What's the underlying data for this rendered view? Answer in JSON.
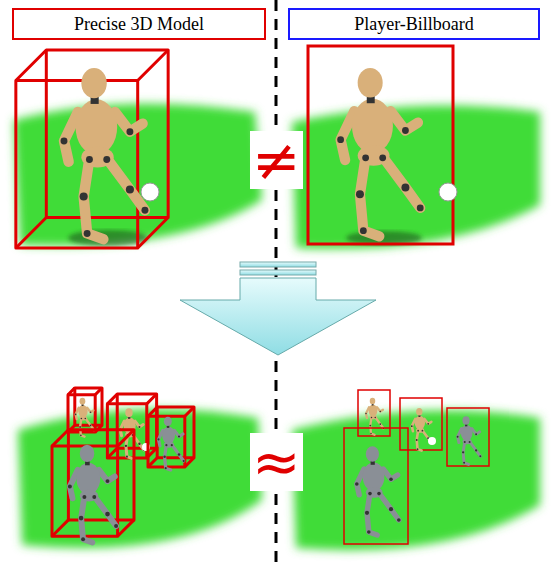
{
  "diagram": {
    "nodes": [
      {
        "text": [
          "Precise 3D Model"
        ]
      },
      {
        "text": [
          "Player-Billboard"
        ]
      }
    ],
    "labels": [
      "≠",
      "≈"
    ]
  }
}
